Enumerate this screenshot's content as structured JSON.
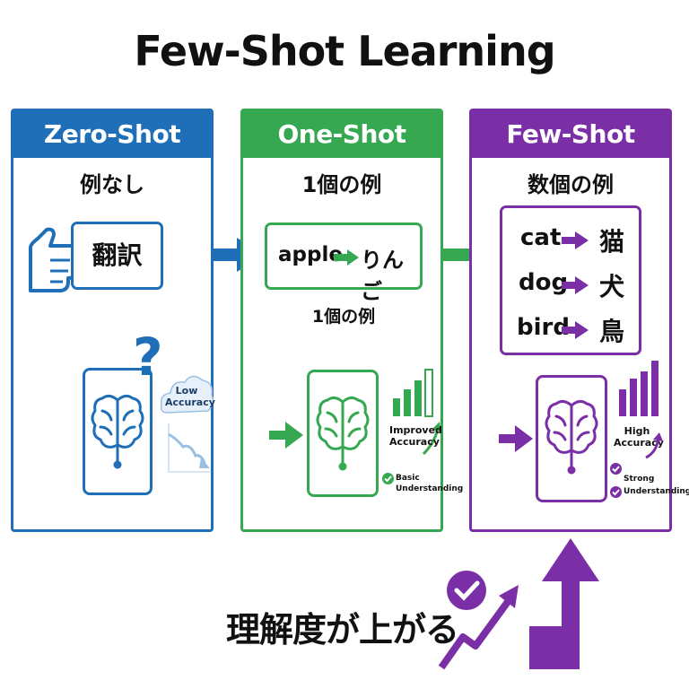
{
  "title": "Few-Shot Learning",
  "colors": {
    "zero": "#1e6fb8",
    "one": "#36a852",
    "few": "#7b2fa6"
  },
  "panels": {
    "zero": {
      "heading": "Zero-Shot",
      "subtitle": "例なし",
      "task_label": "翻訳",
      "question_icon": "question-mark-icon",
      "accuracy_label": "Low Accuracy"
    },
    "one": {
      "heading": "One-Shot",
      "subtitle": "1個の例",
      "example": {
        "source": "apple",
        "target": "りんご"
      },
      "example_caption": "1個の例",
      "accuracy_label": "Improved Accuracy",
      "understanding_label": "Basic Understanding"
    },
    "few": {
      "heading": "Few-Shot",
      "subtitle": "数個の例",
      "examples": [
        {
          "source": "cat",
          "target": "猫"
        },
        {
          "source": "dog",
          "target": "犬"
        },
        {
          "source": "bird",
          "target": "鳥"
        }
      ],
      "accuracy_label": "High Accuracy",
      "understanding_label": "Strong Understanding"
    }
  },
  "footer": {
    "label": "理解度が上がる"
  }
}
